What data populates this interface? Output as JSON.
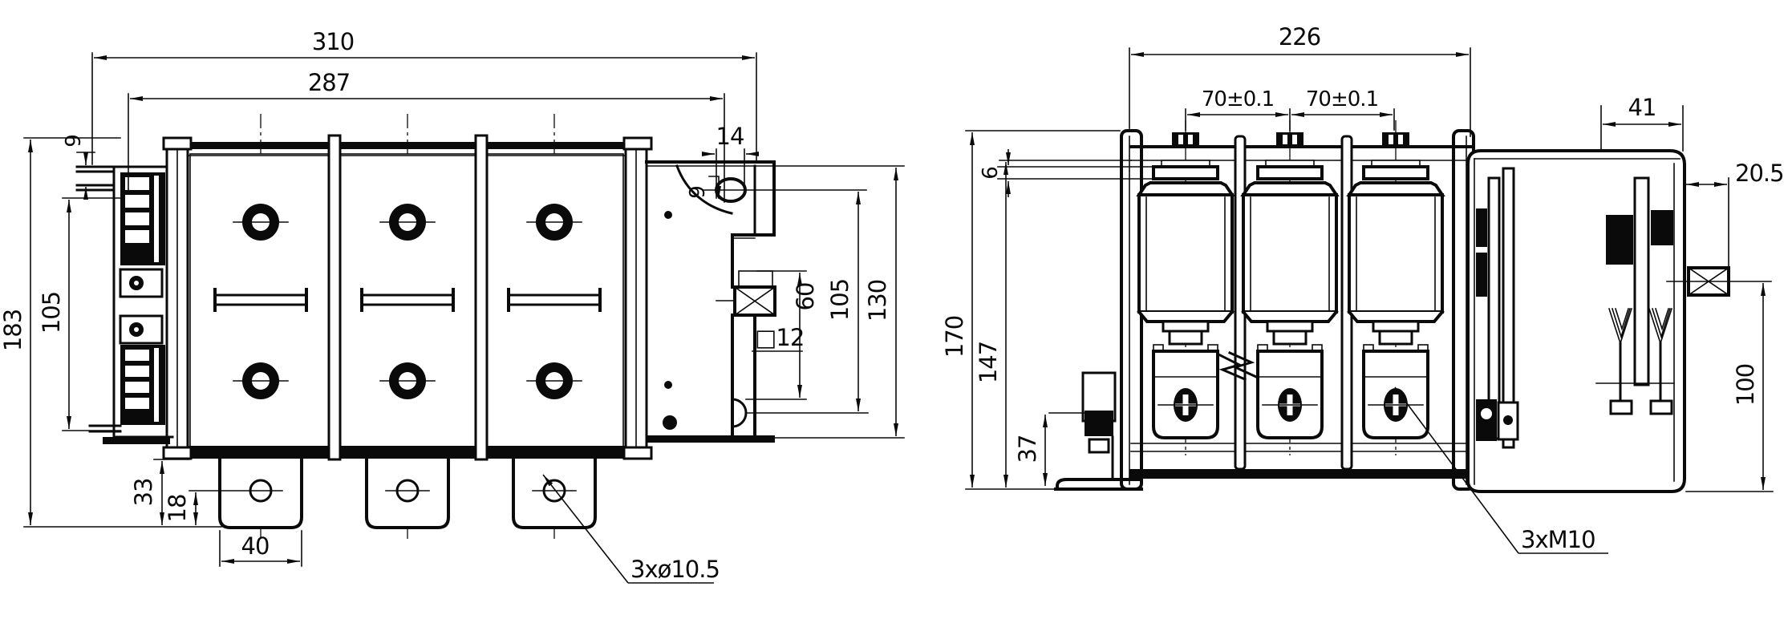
{
  "drawing": {
    "front_view": {
      "dims": {
        "width_overall": "310",
        "width_mount": "287",
        "height_overall": "183",
        "aux_pitch": "105",
        "aux_offset": "9",
        "slot_width": "14",
        "slot_offset": "9",
        "shaft_len": "60",
        "side_pitch": "105",
        "side_height": "130",
        "shaft_square": "□12",
        "foot_drop": "33",
        "foot_hole_offset": "18",
        "foot_width": "40",
        "foot_holes_note": "3xø10.5"
      }
    },
    "side_view": {
      "dims": {
        "width_overall": "226",
        "pole_pitch_a": "70±0.1",
        "pole_pitch_b": "70±0.1",
        "mech_width": "41",
        "shaft_offset": "20.5",
        "plate_thickness": "6",
        "height_overall": "170",
        "frame_height": "147",
        "base_drop": "37",
        "shaft_height": "100",
        "terminal_note": "3xM10"
      }
    }
  }
}
